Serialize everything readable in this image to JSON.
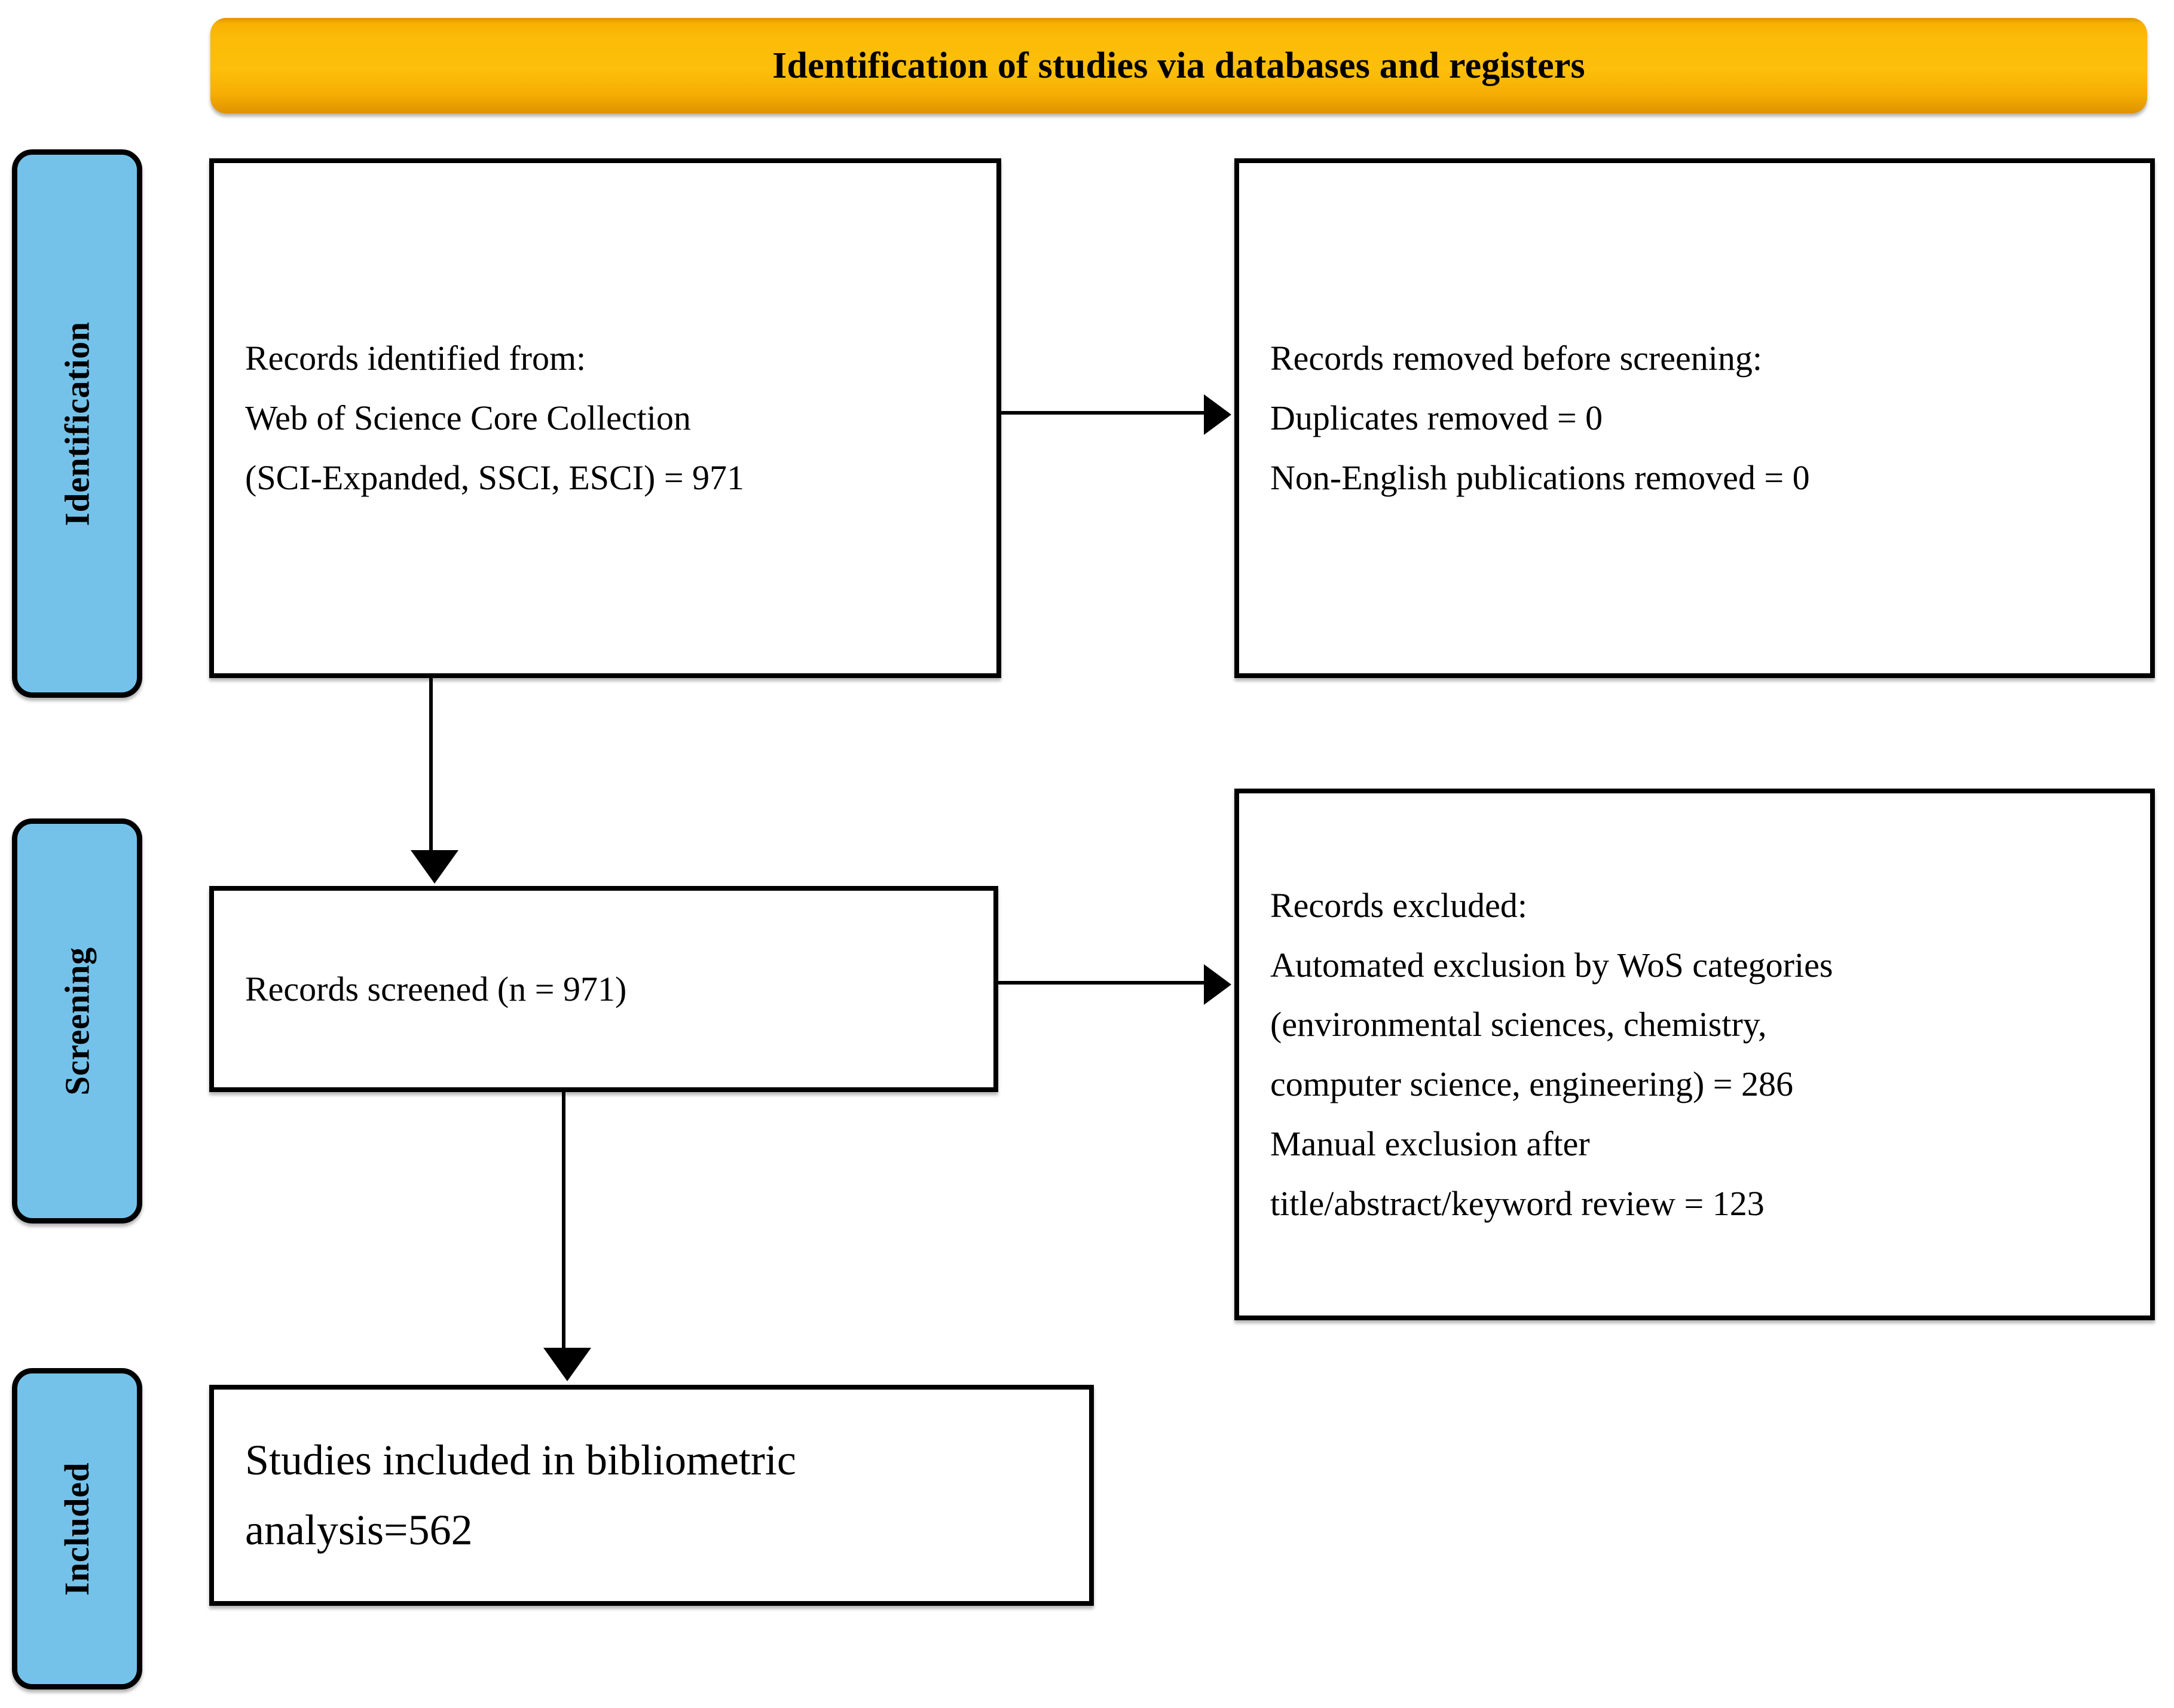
{
  "header": {
    "title": "Identification of studies via databases and registers",
    "background_color": "#FBBC05",
    "text_color": "#000000"
  },
  "phases": [
    {
      "id": "identification",
      "label": "Identification",
      "color": "#74C2EA"
    },
    {
      "id": "screening",
      "label": "Screening",
      "color": "#74C2EA"
    },
    {
      "id": "included",
      "label": "Included",
      "color": "#74C2EA"
    }
  ],
  "boxes": {
    "records_identified": {
      "lines": [
        "Records identified from:",
        "Web of Science Core Collection",
        "(SCI-Expanded, SSCI, ESCI) = 971"
      ]
    },
    "records_removed": {
      "lines": [
        "Records removed before screening:",
        "Duplicates removed = 0",
        "Non-English publications removed = 0"
      ]
    },
    "records_screened": {
      "lines": [
        "Records screened (n = 971)"
      ]
    },
    "records_excluded": {
      "lines": [
        "Records excluded:",
        "Automated exclusion by WoS categories",
        "(environmental sciences, chemistry,",
        "computer science, engineering) = 286",
        "Manual exclusion after",
        "title/abstract/keyword review = 123"
      ]
    },
    "studies_included": {
      "lines": [
        "Studies included in bibliometric",
        "analysis=562"
      ]
    }
  },
  "chart_data": {
    "type": "flow",
    "title": "Identification of studies via databases and registers",
    "nodes": [
      {
        "id": "records_identified",
        "stage": "Identification",
        "label": "Records identified from: Web of Science Core Collection (SCI-Expanded, SSCI, ESCI)",
        "value": 971
      },
      {
        "id": "duplicates_removed",
        "stage": "Identification",
        "label": "Duplicates removed",
        "value": 0
      },
      {
        "id": "non_english_removed",
        "stage": "Identification",
        "label": "Non-English publications removed",
        "value": 0
      },
      {
        "id": "records_screened",
        "stage": "Screening",
        "label": "Records screened",
        "value": 971
      },
      {
        "id": "automated_exclusion",
        "stage": "Screening",
        "label": "Automated exclusion by WoS categories (environmental sciences, chemistry, computer science, engineering)",
        "value": 286
      },
      {
        "id": "manual_exclusion",
        "stage": "Screening",
        "label": "Manual exclusion after title/abstract/keyword review",
        "value": 123
      },
      {
        "id": "studies_included",
        "stage": "Included",
        "label": "Studies included in bibliometric analysis",
        "value": 562
      }
    ],
    "edges": [
      {
        "from": "records_identified",
        "to": "records_removed_box",
        "direction": "right"
      },
      {
        "from": "records_identified",
        "to": "records_screened",
        "direction": "down"
      },
      {
        "from": "records_screened",
        "to": "records_excluded_box",
        "direction": "right"
      },
      {
        "from": "records_screened",
        "to": "studies_included",
        "direction": "down"
      }
    ]
  }
}
